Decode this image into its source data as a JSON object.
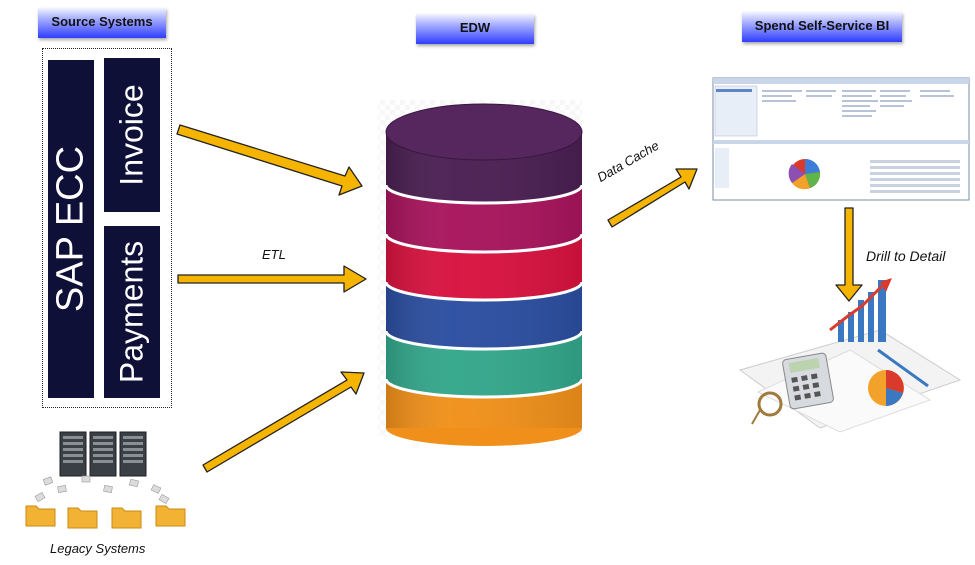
{
  "headers": {
    "source": "Source Systems",
    "edw": "EDW",
    "bi": "Spend Self-Service BI"
  },
  "source_systems": {
    "main": "SAP ECC",
    "modules": [
      "Invoice",
      "Payments"
    ]
  },
  "labels": {
    "etl": "ETL",
    "data_cache": "Data Cache",
    "drill": "Drill to Detail",
    "legacy": "Legacy Systems"
  },
  "colors": {
    "header_dark": "#2f3dff",
    "bar": "#0f1038",
    "arrow": "#f4b400",
    "layers": [
      "#4a1f52",
      "#a8145c",
      "#d8123f",
      "#2b4ea0",
      "#33a78b",
      "#f0901a"
    ]
  }
}
